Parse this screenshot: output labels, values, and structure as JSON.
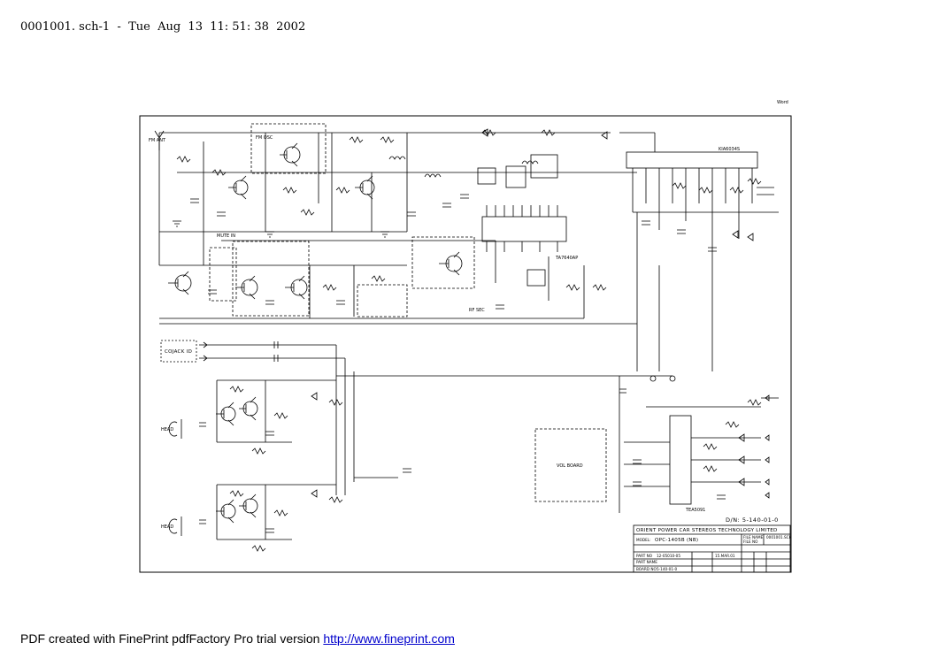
{
  "header": {
    "title": "0001001. sch-1  -  Tue  Aug  13  11: 51: 38  2002"
  },
  "schematic": {
    "corner_mark": "Word",
    "ic_labels": [
      "KIA6034S",
      "TA7640AP",
      "TEA5091"
    ],
    "box_labels": {
      "cojack": "COJACK ID",
      "vol_board": "VOL BOARD"
    },
    "drawing_no": "D/N: 5-140-01-0",
    "title_block": {
      "company": "ORIENT POWER CAR STEREOS TECHNOLOGY LIMITED",
      "model_label": "MODEL:",
      "model_value": "OPC-1405B (NB)",
      "file_name_label": "FILE NAME",
      "file_name_value": "0001001.SCH",
      "file_no_label": "FILE NO",
      "part_no_label": "PART NO",
      "part_no_value": "12-05010-05",
      "date_value": "15.MAR.01",
      "part_name_label": "PART NAME",
      "board_no_label": "BOARD NO",
      "board_no_value": "5-140-01-0"
    },
    "labels": {
      "fm_osc": "FM OSC",
      "headphone_1": "HEAD",
      "headphone_2": "HEAD",
      "fm_ant": "FM ANT",
      "mute_in": "MUTE IN",
      "rf_in": "RF SEC"
    }
  },
  "footer": {
    "text": "PDF created with FinePrint pdfFactory Pro trial version ",
    "link": "http://www.fineprint.com"
  }
}
